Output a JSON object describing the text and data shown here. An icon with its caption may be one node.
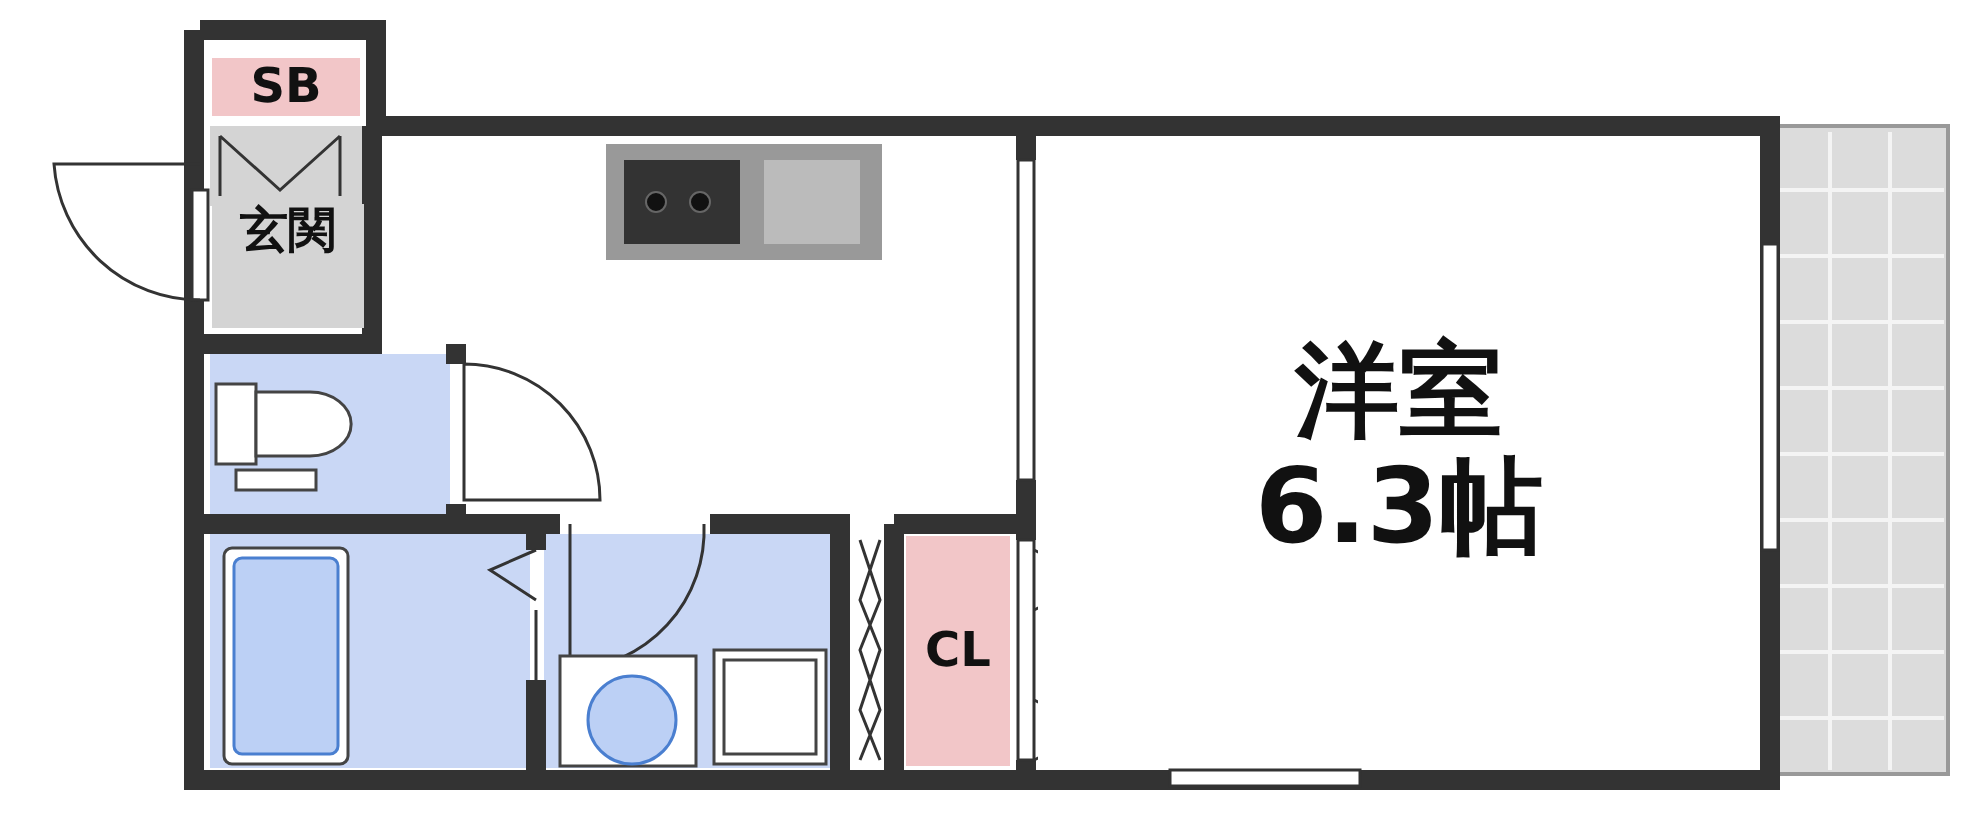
{
  "diagram": {
    "nodes": [
      {
        "text": [
          "SB"
        ]
      },
      {
        "text": [
          "玄関"
        ]
      },
      {
        "text": [
          "洋室",
          "6.3帖"
        ]
      },
      {
        "text": [
          "CL"
        ]
      }
    ]
  }
}
